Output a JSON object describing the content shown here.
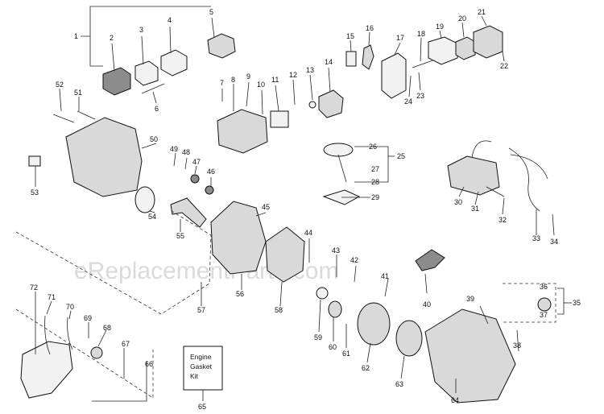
{
  "watermark": "eReplacementParts.com",
  "kit_box": {
    "lines": [
      "Engine",
      "Gasket",
      "Kit"
    ],
    "number": "65"
  },
  "callouts": [
    {
      "id": "1",
      "label": "1"
    },
    {
      "id": "2",
      "label": "2"
    },
    {
      "id": "3",
      "label": "3"
    },
    {
      "id": "4",
      "label": "4"
    },
    {
      "id": "5",
      "label": "5"
    },
    {
      "id": "6",
      "label": "6"
    },
    {
      "id": "7",
      "label": "7"
    },
    {
      "id": "8",
      "label": "8"
    },
    {
      "id": "9",
      "label": "9"
    },
    {
      "id": "10",
      "label": "10"
    },
    {
      "id": "11",
      "label": "11"
    },
    {
      "id": "12",
      "label": "12"
    },
    {
      "id": "13",
      "label": "13"
    },
    {
      "id": "14",
      "label": "14"
    },
    {
      "id": "15",
      "label": "15"
    },
    {
      "id": "16",
      "label": "16"
    },
    {
      "id": "17",
      "label": "17"
    },
    {
      "id": "18",
      "label": "18"
    },
    {
      "id": "19",
      "label": "19"
    },
    {
      "id": "20",
      "label": "20"
    },
    {
      "id": "21",
      "label": "21"
    },
    {
      "id": "22",
      "label": "22"
    },
    {
      "id": "23",
      "label": "23"
    },
    {
      "id": "24",
      "label": "24"
    },
    {
      "id": "25",
      "label": "25"
    },
    {
      "id": "26",
      "label": "26"
    },
    {
      "id": "27",
      "label": "27"
    },
    {
      "id": "28",
      "label": "28"
    },
    {
      "id": "29",
      "label": "29"
    },
    {
      "id": "30",
      "label": "30"
    },
    {
      "id": "31",
      "label": "31"
    },
    {
      "id": "32",
      "label": "32"
    },
    {
      "id": "33",
      "label": "33"
    },
    {
      "id": "34",
      "label": "34"
    },
    {
      "id": "35",
      "label": "35"
    },
    {
      "id": "36",
      "label": "36"
    },
    {
      "id": "37",
      "label": "37"
    },
    {
      "id": "38",
      "label": "38"
    },
    {
      "id": "39",
      "label": "39"
    },
    {
      "id": "40",
      "label": "40"
    },
    {
      "id": "41",
      "label": "41"
    },
    {
      "id": "42",
      "label": "42"
    },
    {
      "id": "43",
      "label": "43"
    },
    {
      "id": "44",
      "label": "44"
    },
    {
      "id": "45",
      "label": "45"
    },
    {
      "id": "46",
      "label": "46"
    },
    {
      "id": "47",
      "label": "47"
    },
    {
      "id": "48",
      "label": "48"
    },
    {
      "id": "49",
      "label": "49"
    },
    {
      "id": "50",
      "label": "50"
    },
    {
      "id": "51",
      "label": "51"
    },
    {
      "id": "52",
      "label": "52"
    },
    {
      "id": "53",
      "label": "53"
    },
    {
      "id": "54",
      "label": "54"
    },
    {
      "id": "55",
      "label": "55"
    },
    {
      "id": "56",
      "label": "56"
    },
    {
      "id": "57",
      "label": "57"
    },
    {
      "id": "58",
      "label": "58"
    },
    {
      "id": "59",
      "label": "59"
    },
    {
      "id": "60",
      "label": "60"
    },
    {
      "id": "61",
      "label": "61"
    },
    {
      "id": "62",
      "label": "62"
    },
    {
      "id": "63",
      "label": "63"
    },
    {
      "id": "64",
      "label": "64"
    },
    {
      "id": "66",
      "label": "66"
    },
    {
      "id": "67",
      "label": "67"
    },
    {
      "id": "68",
      "label": "68"
    },
    {
      "id": "69",
      "label": "69"
    },
    {
      "id": "70",
      "label": "70"
    },
    {
      "id": "71",
      "label": "71"
    },
    {
      "id": "72",
      "label": "72"
    }
  ]
}
